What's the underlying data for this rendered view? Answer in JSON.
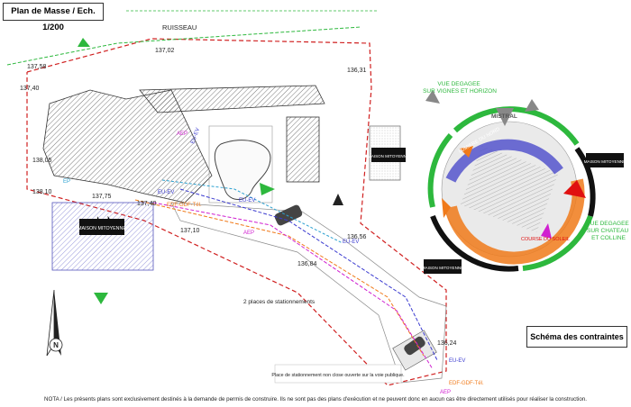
{
  "title": "Plan de Masse / Ech. 1/200",
  "legend_title": "Schéma des contraintes",
  "nota": "NOTA / Les présents plans sont exclusivement destinés à la demande de permis de construire. Ils ne sont pas des plans d'exécution et ne peuvent donc en aucun cas être directement utilisés pour réaliser la construction.",
  "plan": {
    "ruisseau": "RUISSEAU",
    "maison_mitoyenne": "MAISON MITOYENNE",
    "parking_label": "2 places de stationnements",
    "parking_open_label": "Place de stationnement non close ouverte sur la voie publique.",
    "altitudes": [
      "137,58",
      "137,02",
      "137,40",
      "136,31",
      "138,05",
      "138,10",
      "137,75",
      "137,40",
      "137,10",
      "136,56",
      "136,84",
      "136,24"
    ],
    "networks": {
      "aep": "AEP",
      "eu_ev": "EU-EV",
      "ep": "EP",
      "edf": "EDF-GDF-Tél."
    }
  },
  "schema": {
    "vue_vignes": "VUE DEGAGEE SUR VIGNES ET HORIZON",
    "vue_chateau": "VUE DEGAGEE SUR CHATEAU ET COLLINE",
    "mistral": "MISTRAL",
    "lumiere_nord": "LUMIERE DU NORD",
    "course_soleil": "COURSE DU SOLEIL",
    "maison_mitoyenne": "MAISON MITOYENNE"
  },
  "compass": "N",
  "colors": {
    "green": "#2db83d",
    "blue": "#3b3bd0",
    "orange": "#f07a1a",
    "red": "#e01010",
    "magenta": "#d020d0"
  }
}
